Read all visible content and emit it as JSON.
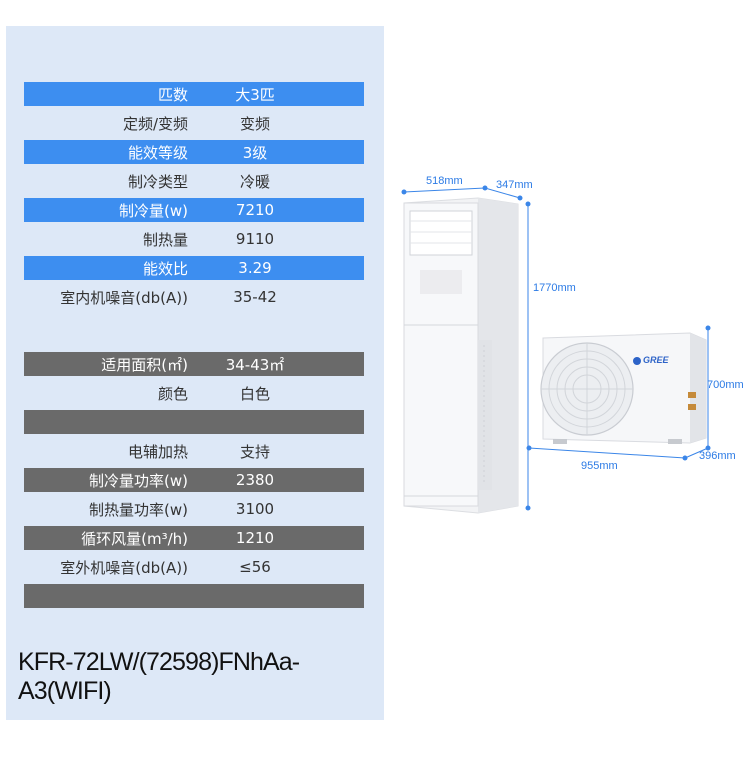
{
  "specs_top": [
    {
      "label": "匹数",
      "value": "大3匹",
      "style": "blue"
    },
    {
      "label": "定频/变频",
      "value": "变频",
      "style": "plain"
    },
    {
      "label": "能效等级",
      "value": "3级",
      "style": "blue"
    },
    {
      "label": "制冷类型",
      "value": "冷暖",
      "style": "plain"
    },
    {
      "label": "制冷量(w)",
      "value": "7210",
      "style": "blue"
    },
    {
      "label": "制热量",
      "value": "9110",
      "style": "plain"
    },
    {
      "label": "能效比",
      "value": "3.29",
      "style": "blue"
    },
    {
      "label": "室内机噪音(db(A))",
      "value": "35-42",
      "style": "plain"
    }
  ],
  "specs_bottom": [
    {
      "label": "适用面积(㎡)",
      "value": "34-43㎡",
      "style": "gray"
    },
    {
      "label": "颜色",
      "value": "白色",
      "style": "plain"
    },
    {
      "label": "",
      "value": "",
      "style": "gray"
    },
    {
      "label": "电辅加热",
      "value": "支持",
      "style": "plain"
    },
    {
      "label": "制冷量功率(w)",
      "value": "2380",
      "style": "gray"
    },
    {
      "label": "制热量功率(w)",
      "value": "3100",
      "style": "plain"
    },
    {
      "label": "循环风量(m³/h)",
      "value": "1210",
      "style": "gray"
    },
    {
      "label": "室外机噪音(db(A))",
      "value": "≤56",
      "style": "plain"
    },
    {
      "label": "",
      "value": "",
      "style": "gray"
    }
  ],
  "model": "KFR-72LW/(72598)FNhAa-A3(WIFI)",
  "dimensions": {
    "indoor_width": "518mm",
    "indoor_depth": "347mm",
    "indoor_height": "1770mm",
    "outdoor_height": "700mm",
    "outdoor_width": "955mm",
    "outdoor_depth": "396mm"
  },
  "brand": "GREE",
  "colors": {
    "blue_row": "#3d8ef0",
    "gray_row": "#6a6a6a",
    "panel": "#dde8f7",
    "dim_line": "#2c7be5"
  }
}
